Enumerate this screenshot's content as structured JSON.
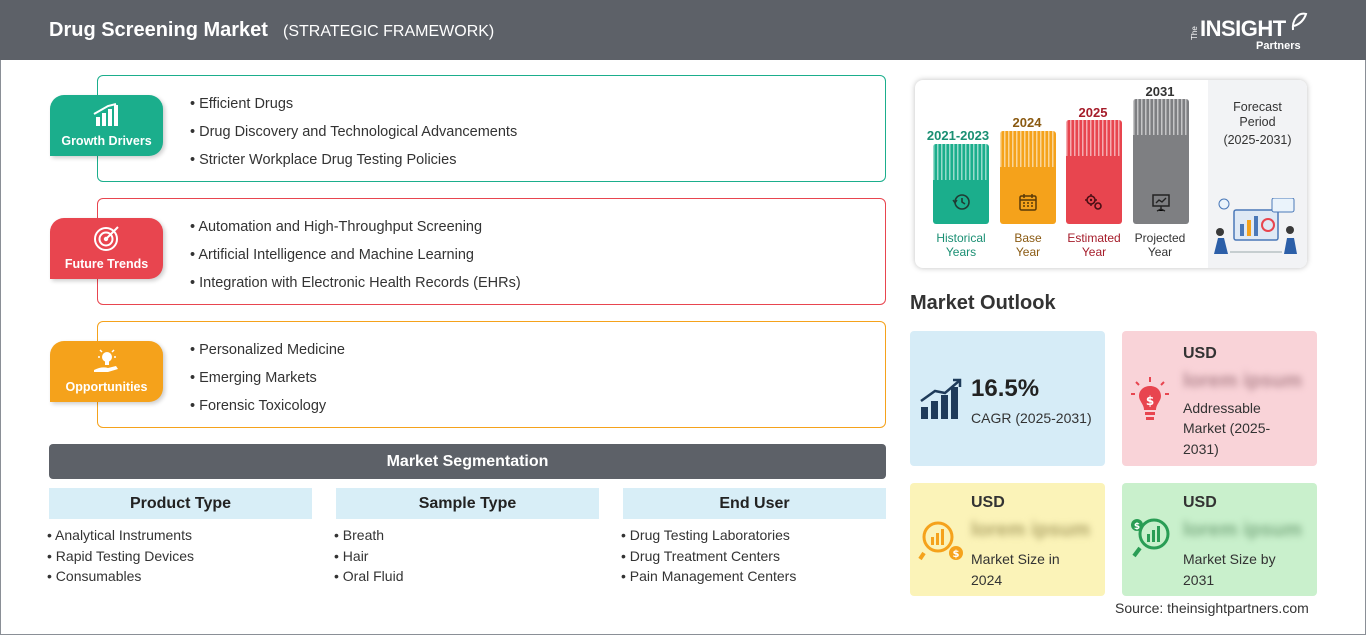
{
  "header": {
    "title": "Drug Screening Market",
    "subtitle": "(STRATEGIC FRAMEWORK)",
    "logo": {
      "the": "The",
      "insight": "INSIGHT",
      "partners": "Partners"
    }
  },
  "framework": {
    "growth_drivers": {
      "label": "Growth Drivers",
      "icon": "bar-chart-growth-icon",
      "color": "#1bae8c",
      "items": [
        "Efficient Drugs",
        "Drug Discovery and Technological Advancements",
        "Stricter Workplace Drug Testing Policies"
      ]
    },
    "future_trends": {
      "label": "Future Trends",
      "icon": "target-icon",
      "color": "#e8454f",
      "items": [
        "Automation and High-Throughput Screening",
        "Artificial Intelligence and Machine Learning",
        "Integration with Electronic Health Records (EHRs)"
      ]
    },
    "opportunities": {
      "label": "Opportunities",
      "icon": "lightbulb-hand-icon",
      "color": "#f5a21b",
      "items": [
        "Personalized Medicine",
        "Emerging Markets",
        "Forensic Toxicology"
      ]
    }
  },
  "segmentation": {
    "title": "Market Segmentation",
    "columns": [
      {
        "header": "Product Type",
        "items": [
          "Analytical Instruments",
          "Rapid Testing Devices",
          "Consumables"
        ]
      },
      {
        "header": "Sample Type",
        "items": [
          "Breath",
          "Hair",
          "Oral Fluid"
        ]
      },
      {
        "header": "End User",
        "items": [
          "Drug Testing Laboratories",
          "Drug Treatment Centers",
          "Pain Management Centers"
        ]
      }
    ]
  },
  "timeline": {
    "periods": [
      {
        "year": "2021-2023",
        "label_line1": "Historical",
        "label_line2": "Years",
        "color": "#1bae8c",
        "year_color": "#1a8f73",
        "icon": "history-clock-icon"
      },
      {
        "year": "2024",
        "label_line1": "Base",
        "label_line2": "Year",
        "color": "#f5a21b",
        "year_color": "#8a5a12",
        "icon": "calendar-icon"
      },
      {
        "year": "2025",
        "label_line1": "Estimated",
        "label_line2": "Year",
        "color": "#e8454f",
        "year_color": "#a51c2a",
        "icon": "gears-icon"
      },
      {
        "year": "2031",
        "label_line1": "Projected",
        "label_line2": "Year",
        "color": "#7e7f82",
        "year_color": "#333333",
        "icon": "presentation-icon"
      }
    ],
    "forecast": {
      "line1": "Forecast",
      "line2": "Period",
      "line3": "(2025-2031)"
    }
  },
  "outlook": {
    "title": "Market Outlook",
    "cagr": {
      "value": "16.5%",
      "label": "CAGR (2025-2031)",
      "color": "#d6ecf7"
    },
    "addressable": {
      "usd": "USD",
      "value": "lorem ipsum",
      "label_line1": "Addressable",
      "label_line2": "Market (2025-",
      "label_line3": "2031)",
      "color": "#f9d3d8"
    },
    "size_2024": {
      "usd": "USD",
      "value": "lorem ipsum",
      "label_line1": "Market Size in",
      "label_line2": "2024",
      "color": "#fbf3b8"
    },
    "size_2031": {
      "usd": "USD",
      "value": "lorem ipsum",
      "label_line1": "Market Size by",
      "label_line2": "2031",
      "color": "#c9f0cc"
    }
  },
  "source": "Source: theinsightpartners.com"
}
